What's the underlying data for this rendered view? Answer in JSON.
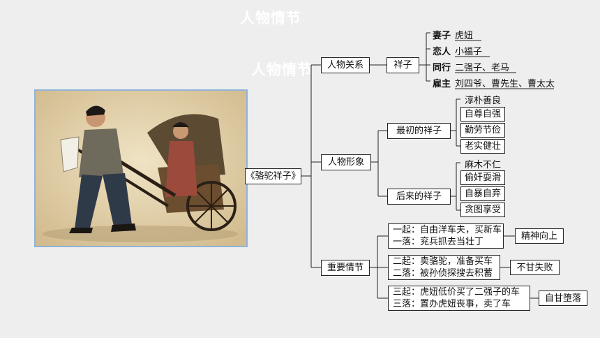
{
  "ghost_titles": [
    "人物情节",
    "人物情节"
  ],
  "root": "《骆驼祥子》",
  "branches": {
    "relations": {
      "label": "人物关系",
      "hub": "祥子",
      "items": [
        {
          "role": "妻子",
          "names": "虎妞"
        },
        {
          "role": "恋人",
          "names": "小福子"
        },
        {
          "role": "同行",
          "names": "二强子、老马"
        },
        {
          "role": "雇主",
          "names": "刘四爷、曹先生、曹太太"
        }
      ]
    },
    "image": {
      "label": "人物形象",
      "early": {
        "label": "最初的祥子",
        "traits": [
          "淳朴善良",
          "自尊自强",
          "勤劳节俭",
          "老实健壮"
        ]
      },
      "later": {
        "label": "后来的祥子",
        "traits": [
          "麻木不仁",
          "偷奸耍滑",
          "自暴自弃",
          "贪图享受"
        ]
      }
    },
    "plot": {
      "label": "重要情节",
      "stages": [
        {
          "lines": [
            "一起：自由洋车夫，买新车",
            "一落：兖兵抓去当壮丁"
          ],
          "result": "精神向上"
        },
        {
          "lines": [
            "二起：卖骆驼，准备买车",
            "二落：被孙侦探搜去积蓄"
          ],
          "result": "不甘失败"
        },
        {
          "lines": [
            "三起：虎妞低价买了二强子的车",
            "三落：置办虎妞丧事，卖了车"
          ],
          "result": "自甘堕落"
        }
      ]
    }
  }
}
